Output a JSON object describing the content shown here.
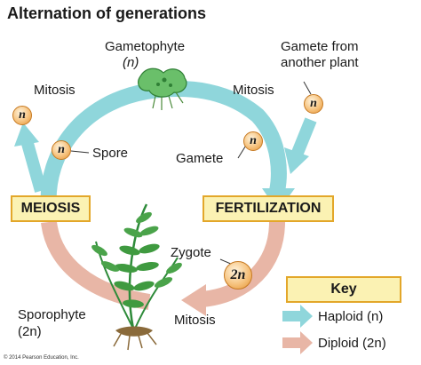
{
  "title": "Alternation of generations",
  "labels": {
    "gametophyte_line1": "Gametophyte",
    "gametophyte_line2": "(n)",
    "gamete_from_line1": "Gamete from",
    "gamete_from_line2": "another plant",
    "mitosis_top_left": "Mitosis",
    "mitosis_top_right": "Mitosis",
    "mitosis_bottom": "Mitosis",
    "spore": "Spore",
    "gamete": "Gamete",
    "zygote": "Zygote",
    "sporophyte_line1": "Sporophyte",
    "sporophyte_line2": "(2n)"
  },
  "boxes": {
    "meiosis": "MEIOSIS",
    "fertilization": "FERTILIZATION"
  },
  "cells": {
    "n_topleft": "n",
    "n_spore": "n",
    "n_gamete": "n",
    "n_gamete_from": "n",
    "zygote": "2n"
  },
  "key": {
    "title": "Key",
    "haploid": "Haploid (n)",
    "diploid": "Diploid (2n)"
  },
  "copyright": "© 2014 Pearson Education, Inc.",
  "colors": {
    "haploid": "#8fd6db",
    "diploid": "#e8b6a6",
    "box_fill": "#fbf2b3",
    "box_border": "#e3a72a",
    "cell": "#f6c37f"
  },
  "icons": [
    "gametophyte-plant-icon",
    "fern-sporophyte-icon"
  ]
}
